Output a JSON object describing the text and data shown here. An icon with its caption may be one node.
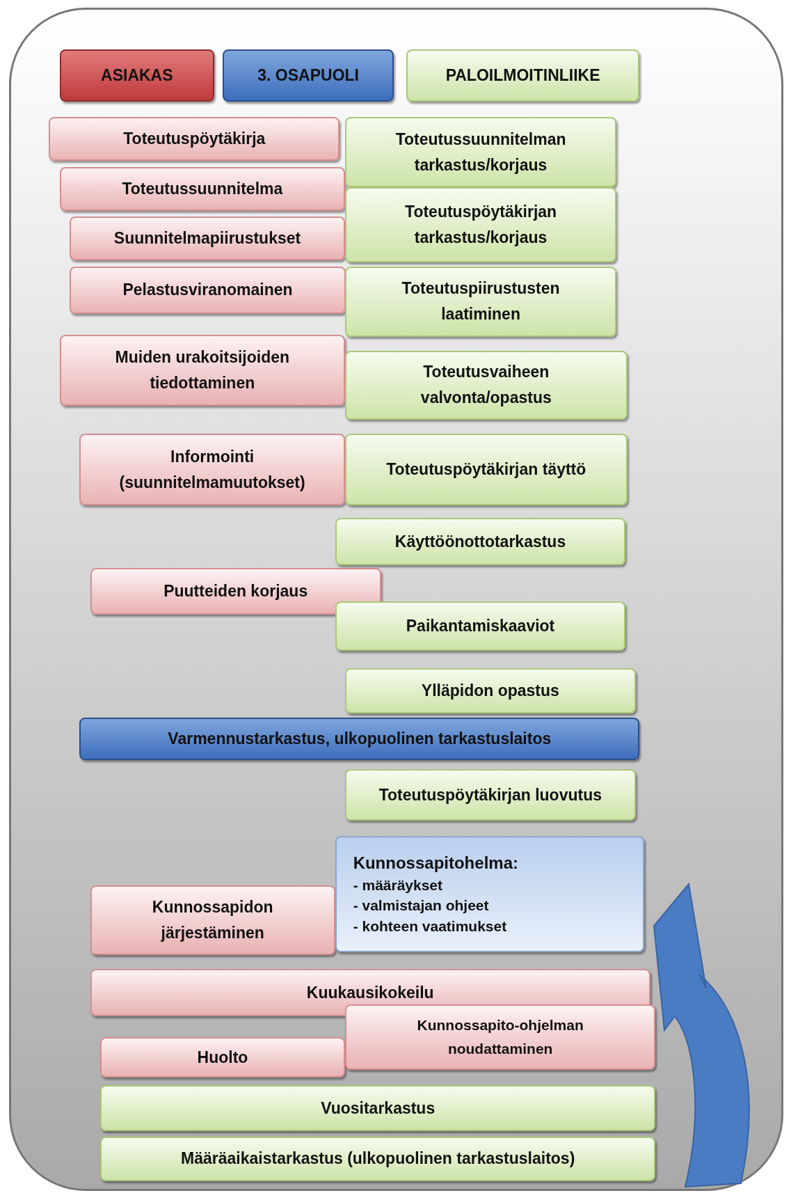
{
  "diagram": {
    "nodes": [
      {
        "text": [
          "ASIAKAS"
        ]
      },
      {
        "text": [
          "3. OSAPUOLI"
        ]
      },
      {
        "text": [
          "PALOILMOITINLIIKE"
        ]
      },
      {
        "text": [
          "Toteutuspöytäkirja"
        ]
      },
      {
        "text": [
          "Toteutussuunnitelman tarkastus/korjaus"
        ]
      },
      {
        "text": [
          "Toteutussuunnitelma"
        ]
      },
      {
        "text": [
          "Toteutuspöytäkirjan tarkastus/korjaus"
        ]
      },
      {
        "text": [
          "Suunnitelmapiirustukset"
        ]
      },
      {
        "text": [
          "Pelastusviranomainen"
        ]
      },
      {
        "text": [
          "Toteutuspiirustusten laatiminen"
        ]
      },
      {
        "text": [
          "Muiden urakoitsijoiden tiedottaminen"
        ]
      },
      {
        "text": [
          "Toteutusvaiheen valvonta/opastus"
        ]
      },
      {
        "text": [
          "Informointi (suunnitelmamuutokset)"
        ]
      },
      {
        "text": [
          "Toteutuspöytäkirjan täyttö"
        ]
      },
      {
        "text": [
          "Käyttöönottotarkastus"
        ]
      },
      {
        "text": [
          "Puutteiden korjaus"
        ]
      },
      {
        "text": [
          "Paikantamiskaaviot"
        ]
      },
      {
        "text": [
          "Ylläpidon opastus"
        ]
      },
      {
        "text": [
          "Varmennustarkastus, ulkopuolinen tarkastuslaitos"
        ]
      },
      {
        "text": [
          "Toteutuspöytäkirjan luovutus"
        ]
      },
      {
        "text": [
          "Kunnossapitohelma:",
          "- määräykset",
          "- valmistajan ohjeet",
          "- kohteen vaatimukset"
        ]
      },
      {
        "text": [
          "Kunnossapidon järjestäminen"
        ]
      },
      {
        "text": [
          "Kuukausikokeilu"
        ]
      },
      {
        "text": [
          "Kunnossapito-ohjelman noudattaminen"
        ]
      },
      {
        "text": [
          "Huolto"
        ]
      },
      {
        "text": [
          "Vuositarkastus"
        ]
      },
      {
        "text": [
          "Määräaikaistarkastus (ulkopuolinen tarkastuslaitos)"
        ]
      }
    ],
    "edges": []
  }
}
